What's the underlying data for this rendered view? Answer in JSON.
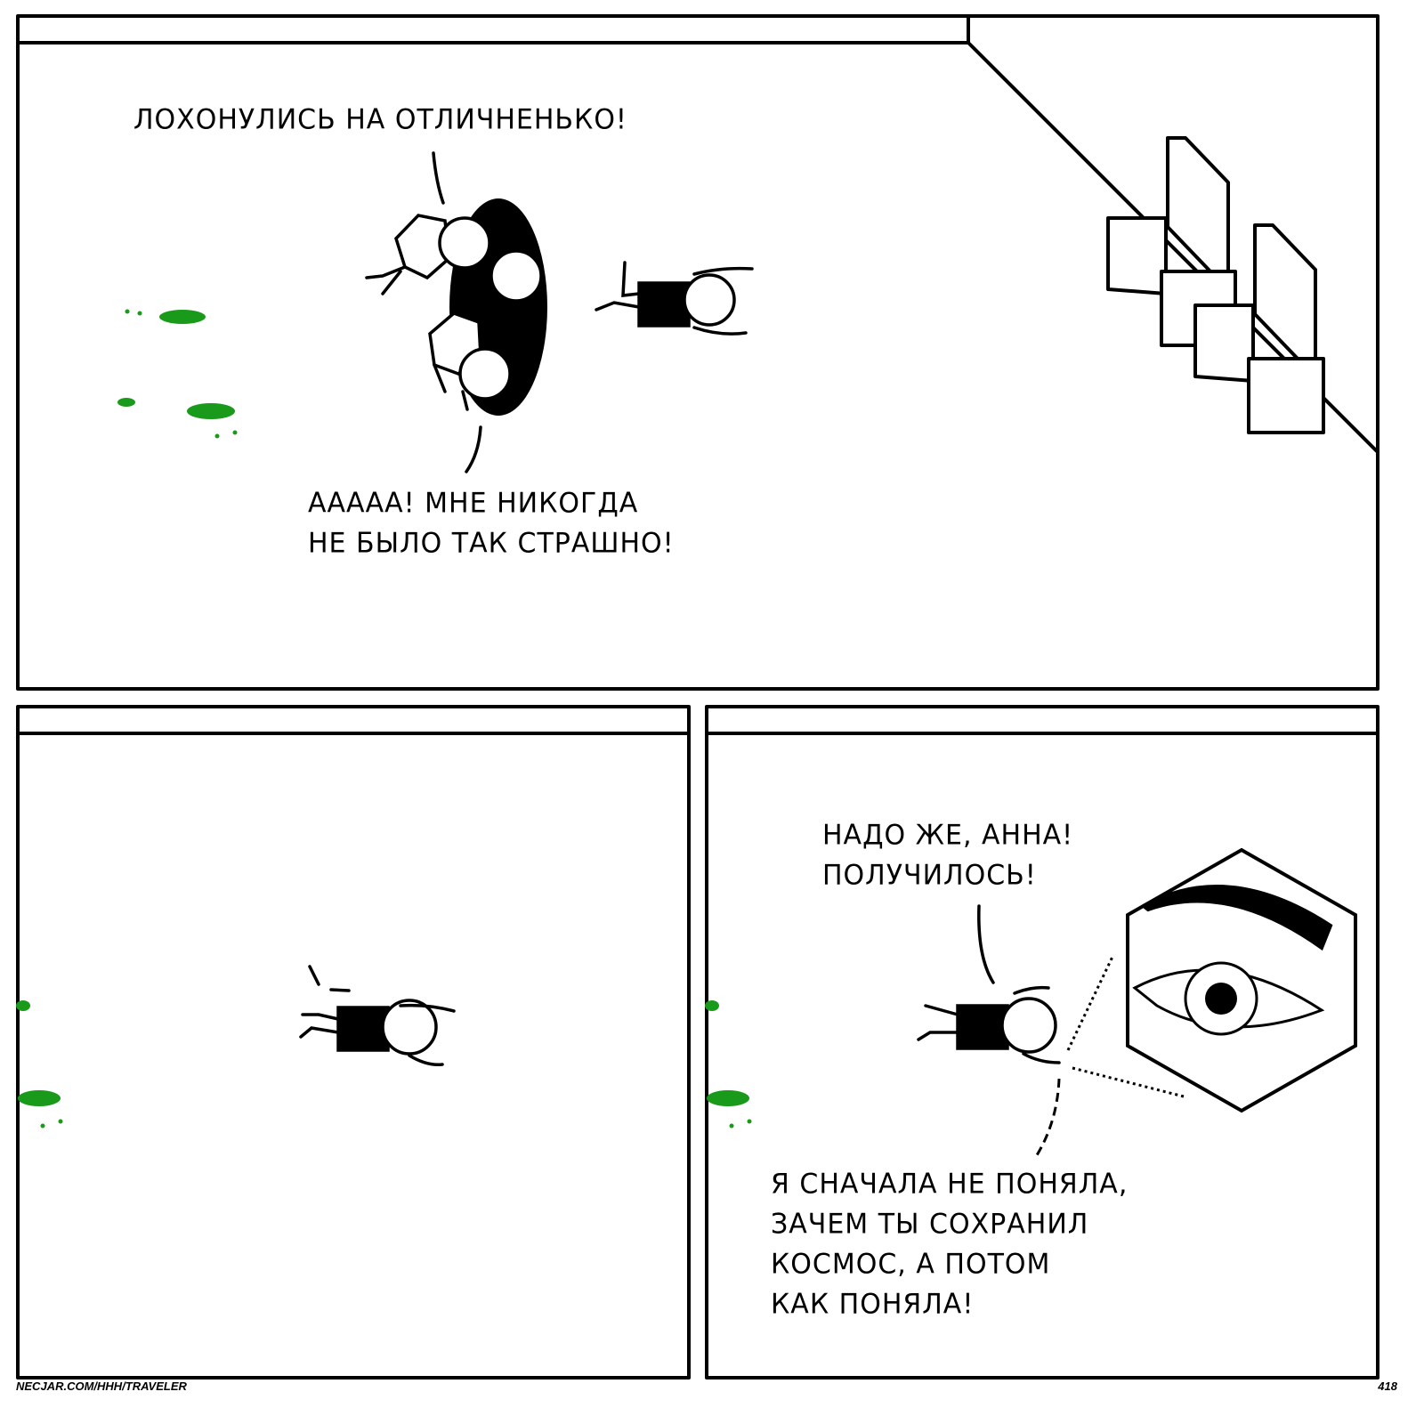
{
  "panel1": {
    "speech_top": "ЛОХОНУЛИСЬ НА ОТЛИЧНЕНЬКО!",
    "speech_bottom": [
      "АААAА! МНЕ НИКОГДА",
      "НЕ БЫЛО ТАК СТРАШНО!"
    ]
  },
  "panel3": {
    "speech_top": [
      "НАДО ЖЕ, АННА!",
      "ПОЛУЧИЛОСЬ!"
    ],
    "speech_bottom": [
      "Я СНАЧАЛА НЕ ПОНЯЛА,",
      "ЗАЧЕМ ТЫ СОХРАНИЛ",
      "КОСМОС, А ПОТОМ",
      "КАК ПОНЯЛА!"
    ]
  },
  "footer": {
    "site": "NECJAR.COM/HHH/TRAVELER",
    "page_number": "418"
  },
  "colors": {
    "slime": "#1a9a1a",
    "ink": "#000000"
  }
}
